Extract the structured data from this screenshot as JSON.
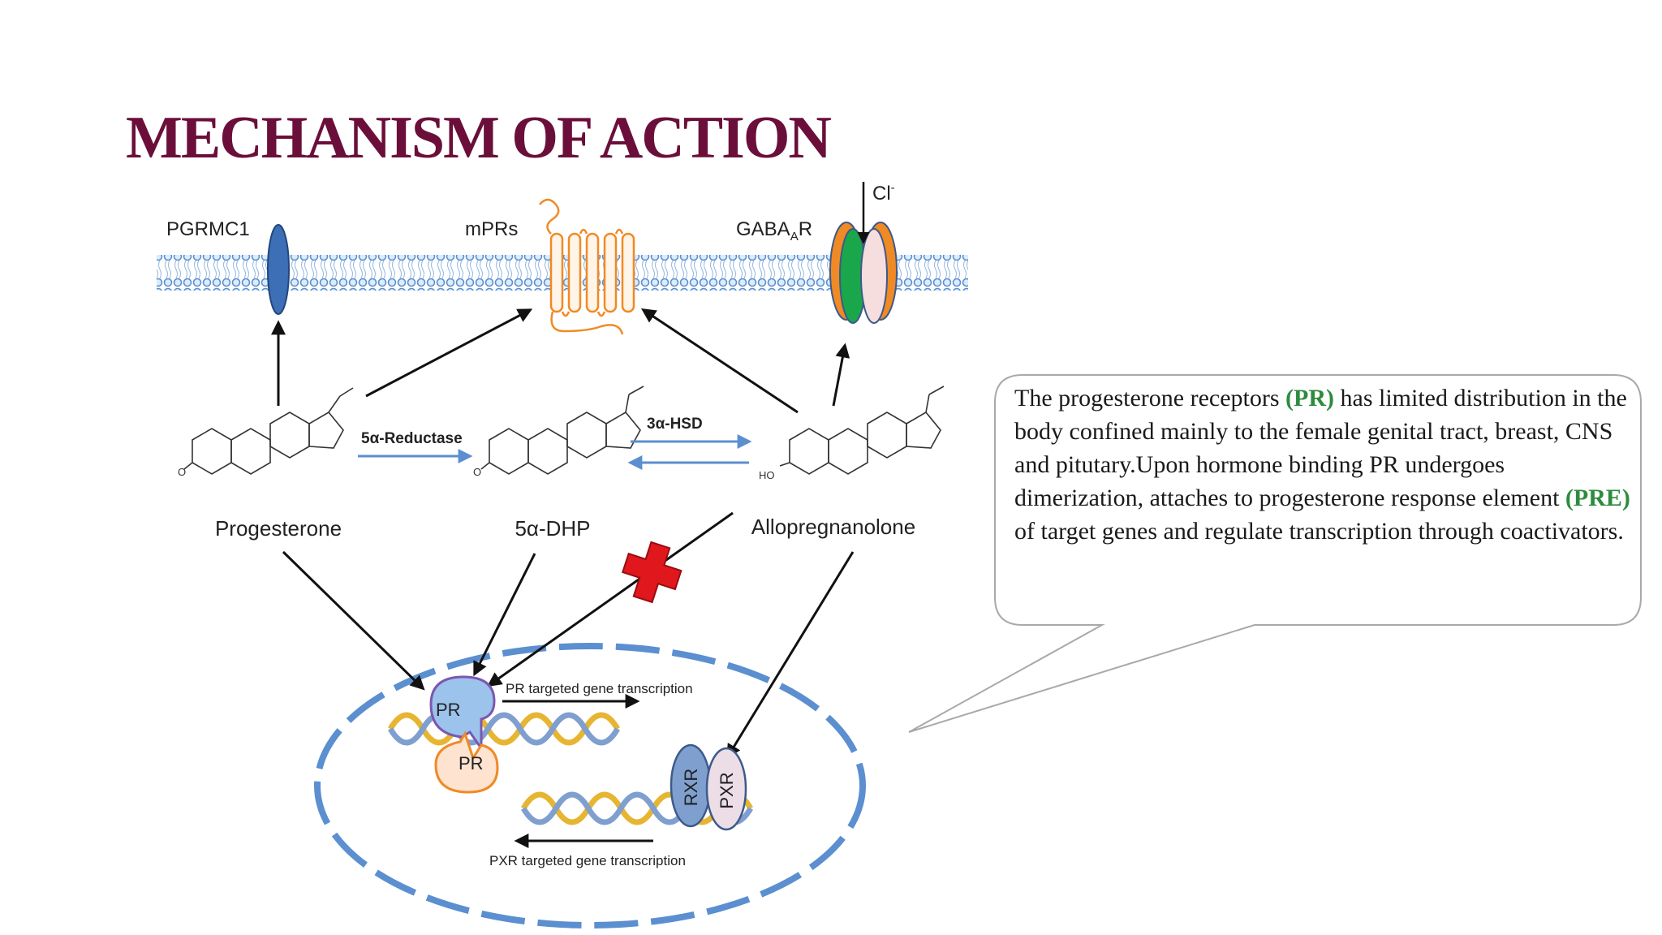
{
  "slide": {
    "title": "MECHANISM OF ACTION"
  },
  "diagram": {
    "membrane": {
      "pgrmc1": "PGRMC1",
      "mprs": "mPRs",
      "gaba_main": "GABA",
      "gaba_sub": "A",
      "gaba_tail": "R",
      "chloride": "Cl",
      "chloride_charge": "-"
    },
    "steroids": {
      "progesterone": "Progesterone",
      "dhp": "5α-DHP",
      "allopregnanolone": "Allopregnanolone"
    },
    "enzymes": {
      "reductase": "5α-Reductase",
      "hsd": "3α-HSD"
    },
    "nucleus": {
      "pr_top": "PR",
      "pr_bottom": "PR",
      "pr_transcription": "PR targeted gene transcription",
      "rxr": "RXR",
      "pxr": "PXR",
      "pxr_transcription": "PXR targeted gene transcription"
    }
  },
  "callout": {
    "p1": "The progesterone receptors ",
    "pr": "(PR)",
    "p2": " has limited distribution in the body confined mainly to the female genital tract, breast, CNS and pitutary.Upon hormone binding PR undergoes dimerization, attaches to progesterone response element ",
    "pre": "(PRE)",
    "p3": " of target genes and regulate transcription through coactivators."
  },
  "colors": {
    "title": "#6b0f3a",
    "membrane": "#5b8fd0",
    "pgrmc1": "#3d6fb6",
    "mprs": "#f08a24",
    "gaba_green": "#1aa64a",
    "enzyme_arrow": "#5b8fd0",
    "cross": "#e0181d",
    "highlight": "#2e8b3e"
  }
}
